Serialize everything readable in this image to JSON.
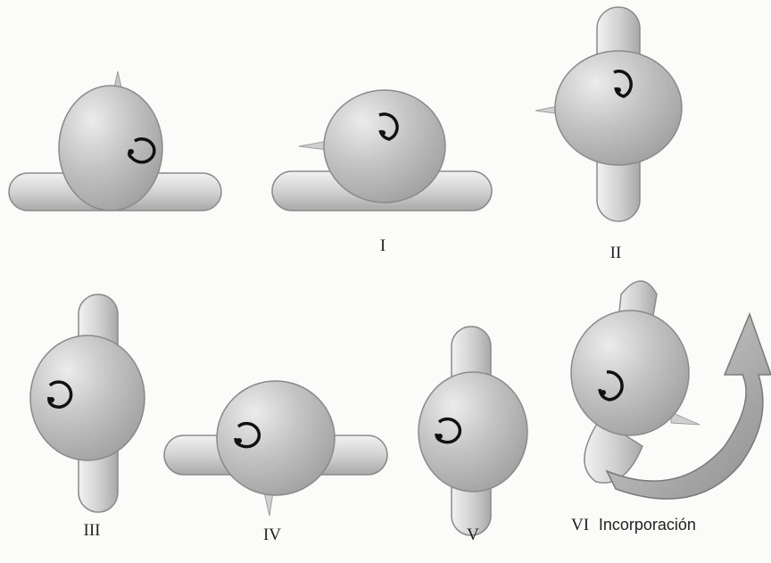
{
  "labels": {
    "i": "I",
    "ii": "II",
    "iii": "III",
    "iv": "IV",
    "v": "V",
    "vi": "VI",
    "vi_caption": "Incorporación"
  },
  "colors": {
    "sphere": "#b4b4b4",
    "sphere_highlight": "#e4e4e4",
    "flag": "#cfcfcf",
    "outline": "#8a8a8a",
    "nucleus": "#111111",
    "background": "#fbfbf9"
  },
  "icons": {
    "figure-panel": "sphere-with-ellipse",
    "rotation": "curved-arrow-icon",
    "nucleus": "circular-arrow-icon"
  }
}
